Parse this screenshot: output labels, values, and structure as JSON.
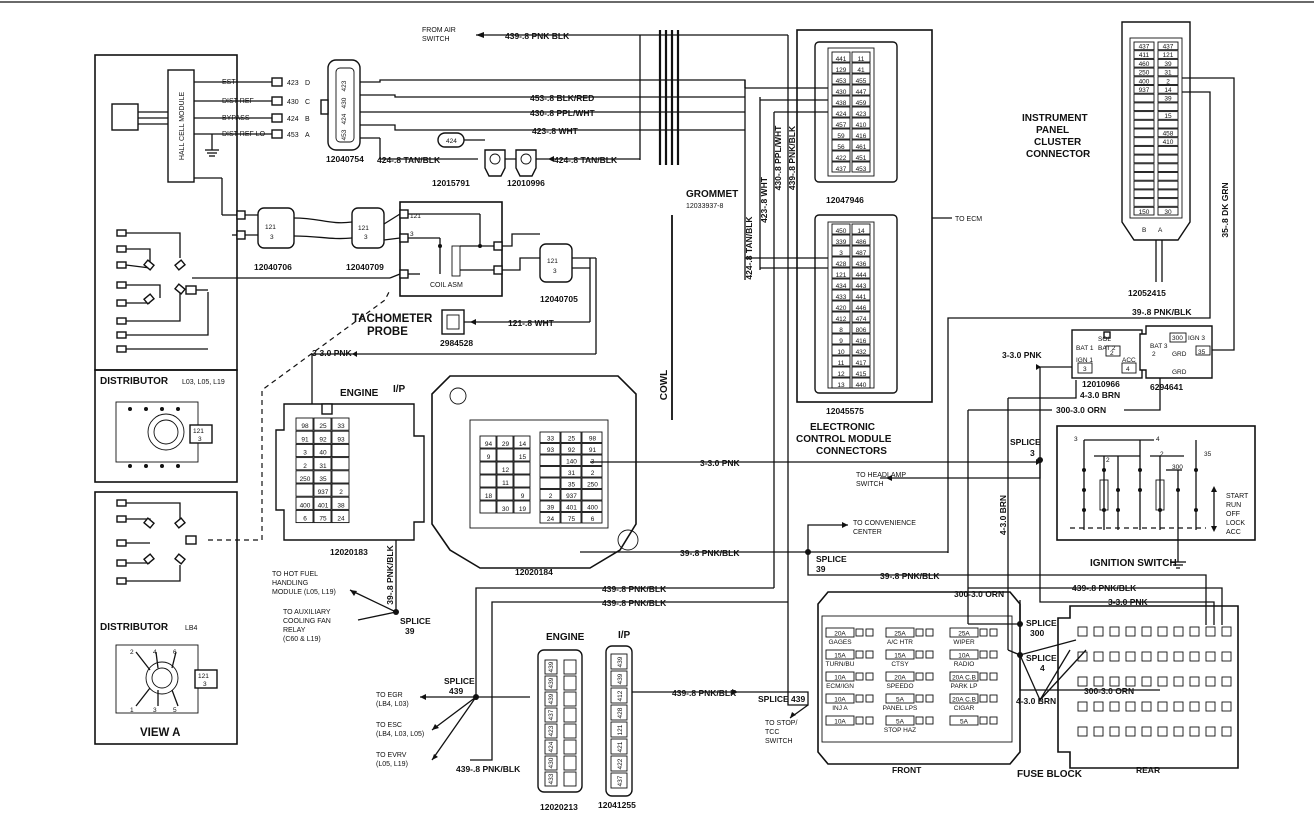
{
  "labels": {
    "from_air_switch": [
      "FROM AIR",
      "SWITCH"
    ],
    "wire_439_pnk_blk_top": "439-.8 PNK BLK",
    "wire_453": "453-.8 BLK/RED",
    "wire_430": "430-.8 PPL/WHT",
    "wire_423": "423-.8 WHT",
    "wire_424_right": "424-.8 TAN/BLK",
    "wire_424_left": "424-.8 TAN/BLK",
    "conn_424": "424",
    "hall_cell_module": "HALL CELL MODULE",
    "sig_est": "EST",
    "sig_dist_ref": "DIST REF",
    "sig_bypass": "BYPASS",
    "sig_dist_ref_lo": "DIST REF LO",
    "pin_423": "423",
    "pin_430": "430",
    "pin_424": "424",
    "pin_453": "453",
    "pin_d": "D",
    "pin_c": "C",
    "pin_b": "B",
    "pin_a": "A",
    "conn_12040754": "12040754",
    "conn_12015791": "12015791",
    "conn_12010996": "12010996",
    "conn_12040706_left": "12040706",
    "conn_12040709": "12040709",
    "conn_12040705": "12040705",
    "pin_121": "121",
    "pin_3": "3",
    "coil_asm": "COIL ASM",
    "tachometer_probe": [
      "TACHOMETER",
      "PROBE"
    ],
    "conn_2984528": "2984528",
    "wire_121_wht": "121-.8 WHT",
    "wire_3_pnk_left": "3-3.0 PNK",
    "grommet": "GROMMET",
    "grommet_num": "12033937-8",
    "cowl": "COWL",
    "wire_424_vert": "424-.8 TAN/BLK",
    "wire_423_vert": "423-.8 WHT",
    "wire_430_vert": "430-.8 PPL/WHT",
    "wire_439_vert": "439-.8 PNK/BLK",
    "conn_12047946": "12047946",
    "conn_12045575": "12045575",
    "to_ecm": "TO ECM",
    "ecm_connectors": [
      "ELECTRONIC",
      "CONTROL MODULE",
      "CONNECTORS"
    ],
    "ipc_connector": [
      "INSTRUMENT",
      "PANEL",
      "CLUSTER",
      "CONNECTOR"
    ],
    "conn_12052415": "12052415",
    "wire_35_dk_grn": "35-.8 DK GRN",
    "wire_39_pnk_blk_right": "39-.8 PNK/BLK",
    "wire_3_pnk_right": "3-3.0 PNK",
    "sol": "SOL",
    "bat_1": "BAT 1",
    "bat_2": "BAT 2",
    "bat_3": "BAT 3",
    "ign_1": "IGN 1",
    "ign_3": "IGN 3",
    "acc": "ACC",
    "grd": "GRD",
    "pin_300": "300",
    "pin_2": "2",
    "pin_4": "4",
    "pin_35": "35",
    "conn_12010966": "12010966",
    "conn_6294641": "6294641",
    "wire_4_brn": "4-3.0 BRN",
    "wire_300_orn": "300-3.0 ORN",
    "distributor_top": "DISTRIBUTOR",
    "distributor_top_opts": "L03, L05, L19",
    "distributor_bottom": "DISTRIBUTOR",
    "distributor_bottom_opts": "LB4",
    "view_a": "VIEW A",
    "engine": "ENGINE",
    "ip": "I/P",
    "conn_12020183": "12020183",
    "conn_12020184": "12020184",
    "wire_3_pnk_mid": "3-3.0 PNK",
    "splice_3": [
      "SPLICE",
      "3"
    ],
    "to_headlamp": [
      "TO HEADLAMP",
      "SWITCH"
    ],
    "to_convenience": [
      "TO CONVENIENCE",
      "CENTER"
    ],
    "splice_39_right": [
      "SPLICE",
      "39"
    ],
    "wire_39_pnk_blk_mid": "39-.8 PNK/BLK",
    "wire_39_pnk_blk_vert": "39-.8 PNK/BLK",
    "to_hot_fuel": [
      "TO HOT FUEL",
      "HANDLING",
      "MODULE (L05, L19)"
    ],
    "to_aux_fan": [
      "TO AUXILIARY",
      "COOLING FAN",
      "RELAY",
      "(C60 & L19)"
    ],
    "splice_39_left": [
      "SPLICE",
      "39"
    ],
    "wire_439_a": "439-.8 PNK/BLK",
    "wire_439_b": "439-.8 PNK/BLK",
    "wire_39_c": "39-.8 PNK/BLK",
    "wire_439_c": "439-.8 PNK/BLK",
    "wire_3_pnk_bottom": "3-3.0 PNK",
    "wire_300_orn_bottom": "300-3.0 ORN",
    "wire_300_orn_low": "300-3.0 ORN",
    "wire_4_brn_low": "4-3.0 BRN",
    "wire_4_brn_vert": "4-3.0 BRN",
    "ignition_switch": "IGNITION SWITCH",
    "switch_positions": [
      "START",
      "RUN",
      "OFF",
      "LOCK",
      "ACC"
    ],
    "splice_439": [
      "SPLICE",
      "439"
    ],
    "to_egr": [
      "TO EGR",
      "(LB4, L03)"
    ],
    "to_esc": [
      "TO ESC",
      "(LB4, L03, L05)"
    ],
    "to_evrv": [
      "TO EVRV",
      "(L05, L19)"
    ],
    "wire_439_bottom": "439-.8 PNK/BLK",
    "engine_bottom": "ENGINE",
    "ip_bottom": "I/P",
    "conn_12020213": "12020213",
    "conn_12041255": "12041255",
    "wire_439_engine": "439-.8 PNK/BLK",
    "splice_439_right": "SPLICE 439",
    "to_stop_tcc": [
      "TO STOP/",
      "TCC",
      "SWITCH"
    ],
    "splice_300": [
      "SPLICE",
      "300"
    ],
    "splice_4": [
      "SPLICE",
      "4"
    ],
    "fuse_block": "FUSE BLOCK",
    "front": "FRONT",
    "rear": "REAR"
  },
  "ecm_top_pins": [
    "441",
    "129",
    "453",
    "430",
    "438",
    "424",
    "457",
    "59",
    "56",
    "422",
    "437",
    "11",
    "41",
    "455",
    "447",
    "459",
    "423",
    "410",
    "416",
    "461",
    "451",
    "453"
  ],
  "ecm_bottom_pins": [
    "450",
    "339",
    "3",
    "428",
    "121",
    "434",
    "433",
    "420",
    "412",
    "8",
    "9",
    "10",
    "11",
    "12",
    "13",
    "14",
    "486",
    "487",
    "436",
    "444",
    "443",
    "441",
    "446",
    "474",
    "806",
    "416",
    "432",
    "417",
    "415",
    "440"
  ],
  "ipc_left_pins": [
    "437",
    "411",
    "460",
    "250",
    "400",
    "937",
    "",
    "",
    "",
    "",
    "",
    "",
    "",
    "",
    "",
    "",
    "",
    "",
    "",
    "150"
  ],
  "ipc_right_pins": [
    "437",
    "121",
    "39",
    "31",
    "2",
    "14",
    "39",
    "",
    "15",
    "",
    "458",
    "410",
    "",
    "",
    "",
    "",
    "",
    "",
    "",
    "30"
  ],
  "engine_pins": [
    [
      "98",
      "25",
      "33"
    ],
    [
      "91",
      "92",
      "93"
    ],
    [
      "3",
      "40",
      ""
    ],
    [
      "2",
      "31",
      ""
    ],
    [
      "250",
      "35",
      ""
    ],
    [
      "",
      "937",
      "2"
    ],
    [
      "400",
      "401",
      "38"
    ],
    [
      "6",
      "75",
      "24"
    ]
  ],
  "ip_left_pins": [
    [
      "94",
      "29",
      "14"
    ],
    [
      "9",
      "",
      "15"
    ],
    [
      "",
      "12",
      ""
    ],
    [
      "",
      "11",
      ""
    ],
    [
      "18",
      "",
      "9"
    ],
    [
      "",
      "30",
      "19"
    ]
  ],
  "ip_right_pins": [
    [
      "33",
      "25",
      "98"
    ],
    [
      "93",
      "92",
      "91"
    ],
    [
      "",
      "140",
      "3"
    ],
    [
      "",
      "31",
      "2"
    ],
    [
      "",
      "35",
      "250"
    ],
    [
      "2",
      "937",
      ""
    ],
    [
      "39",
      "401",
      "400"
    ],
    [
      "24",
      "75",
      "6"
    ]
  ],
  "fuse_amps": [
    [
      "20A",
      "25A",
      "25A"
    ],
    [
      "15A",
      "15A",
      "10A"
    ],
    [
      "10A",
      "20A",
      "20A C.B"
    ],
    [
      "10A",
      "5A",
      "20A C.B"
    ],
    [
      "10A",
      "5A",
      "5A"
    ]
  ],
  "fuse_names": [
    [
      "GAGES",
      "A/C HTR",
      "WIPER"
    ],
    [
      "TURN/BU",
      "CTSY",
      "RADIO"
    ],
    [
      "ECM/IGN",
      "SPEEDO",
      "PARK LP"
    ],
    [
      "INJ A",
      "PANEL LPS",
      "CIGAR"
    ],
    [
      "",
      "STOP HAZ",
      ""
    ]
  ],
  "conn_bottom_engine_pins": [
    "439",
    "439",
    "439",
    "437",
    "423",
    "424",
    "430",
    "433"
  ],
  "conn_bottom_ip_pins": [
    "439",
    "439",
    "412",
    "428",
    "121",
    "421",
    "422",
    "437"
  ]
}
